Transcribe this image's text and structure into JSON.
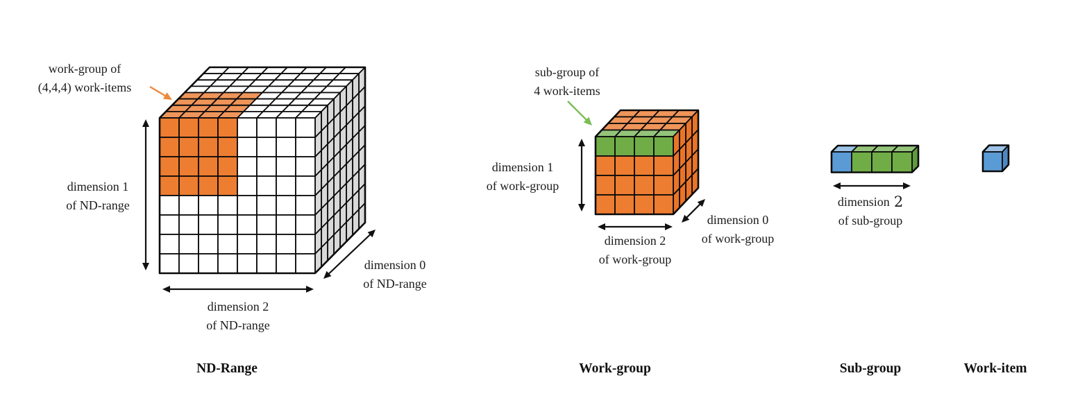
{
  "colors": {
    "white": "#FFFFFF",
    "gray": "#D9D9D9",
    "orange": "#ED7D31",
    "orangeTop": "#F0955A",
    "orangeSide": "#EA7428",
    "green": "#70AD47",
    "greenTop": "#94C47A",
    "greenSide": "#5F9A3F",
    "blue": "#5B9BD5",
    "blueTop": "#9DC3E6",
    "blueSide": "#4E88C2",
    "stroke": "#0A0A0A",
    "text": "#1C1C1C",
    "arrowBlack": "#111111",
    "arrowOrange": "#ED8A3C",
    "arrowGreen": "#7ABD54"
  },
  "nd_range": {
    "caption": "ND-Range",
    "annotation": {
      "line1": "work-group of",
      "line2": "(4,4,4) work-items"
    },
    "dim1": {
      "line1": "dimension 1",
      "line2": "of ND-range"
    },
    "dim2": {
      "line1": "dimension 2",
      "line2": "of ND-range"
    },
    "dim0": {
      "line1": "dimension 0",
      "line2": "of ND-range"
    },
    "cube": {
      "dims": {
        "w": 8,
        "h": 8,
        "d": 8
      },
      "faces": {
        "front": "white",
        "top": "white",
        "side": "gray"
      },
      "hl_front": {
        "c": 4,
        "r": 4,
        "color": "orange"
      },
      "hl_top": {
        "c": 4,
        "d": 4,
        "color": "orangeTop"
      }
    }
  },
  "work_group": {
    "caption": "Work-group",
    "annotation": {
      "line1": "sub-group of",
      "line2": "4 work-items"
    },
    "dim1": {
      "line1": "dimension 1",
      "line2": "of work-group"
    },
    "dim2": {
      "line1": "dimension 2",
      "line2": "of work-group"
    },
    "dim0": {
      "line1": "dimension 0",
      "line2": "of work-group"
    },
    "cube": {
      "dims": {
        "w": 4,
        "h": 4,
        "d": 4
      },
      "faces": {
        "front": "orange",
        "top": "orangeTop",
        "side": "orangeSide"
      },
      "hl_front": {
        "c": 4,
        "r": 1,
        "color": "green"
      },
      "hl_top": {
        "c": 4,
        "d": 1,
        "color": "greenTop"
      }
    }
  },
  "sub_group": {
    "caption": "Sub-group",
    "dim2": {
      "line1_prefix": "dimension",
      "line1_num": "2",
      "line2": "of sub-group"
    },
    "cube": {
      "dims": {
        "w": 4,
        "h": 1,
        "d": 1
      },
      "faces": {
        "front": "green",
        "top": "greenTop",
        "side": "greenSide"
      },
      "hl_front": {
        "c": 1,
        "r": 1,
        "color": "blue"
      },
      "hl_top": {
        "c": 1,
        "d": 1,
        "color": "blueTop"
      }
    }
  },
  "work_item": {
    "caption": "Work-item",
    "cube": {
      "dims": {
        "w": 1,
        "h": 1,
        "d": 1
      },
      "faces": {
        "front": "blue",
        "top": "blueTop",
        "side": "blueSide"
      }
    }
  }
}
